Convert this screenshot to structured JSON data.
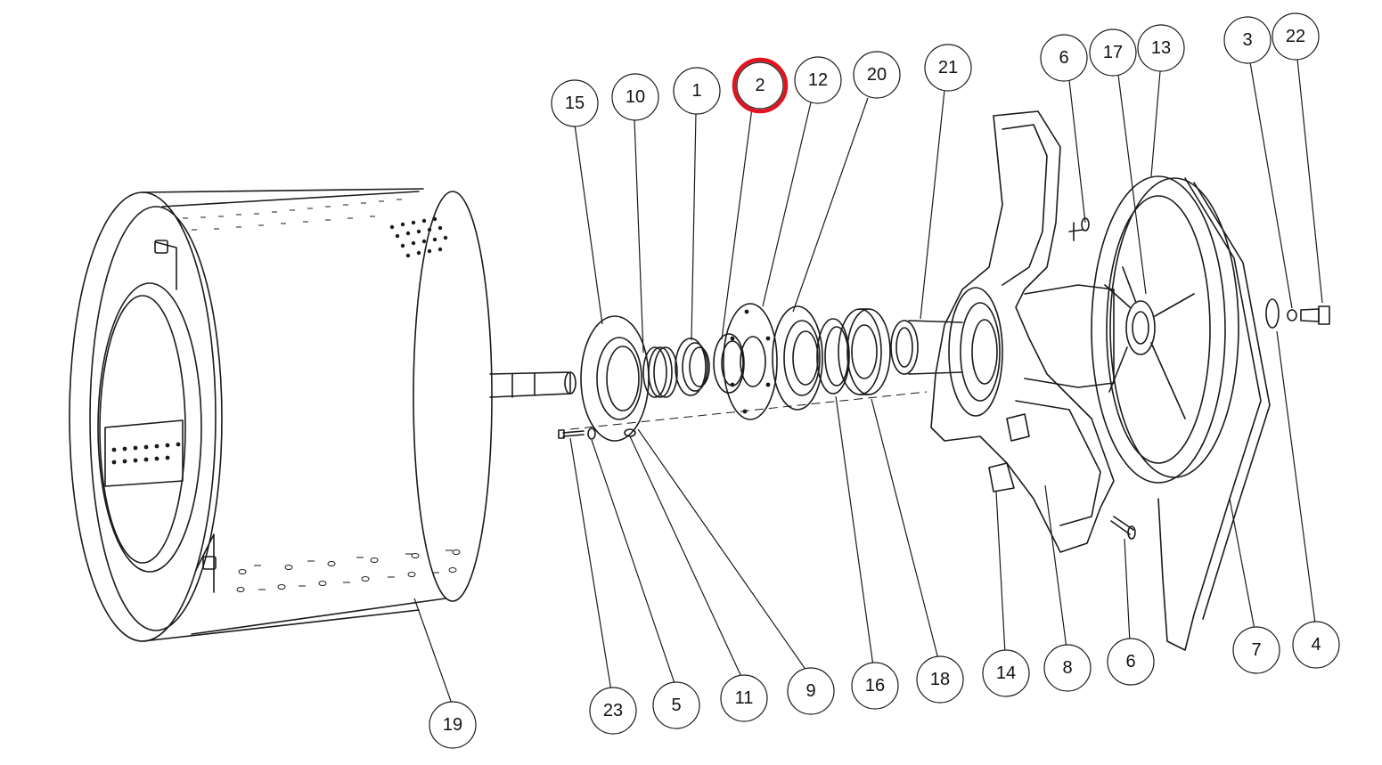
{
  "diagram": {
    "highlight_color": "#e0141e",
    "highlighted_callout": "2",
    "callouts": [
      "15",
      "10",
      "1",
      "2",
      "12",
      "20",
      "21",
      "6",
      "17",
      "13",
      "3",
      "22",
      "23",
      "5",
      "11",
      "9",
      "16",
      "18",
      "14",
      "8",
      "6",
      "7",
      "4",
      "19"
    ]
  }
}
